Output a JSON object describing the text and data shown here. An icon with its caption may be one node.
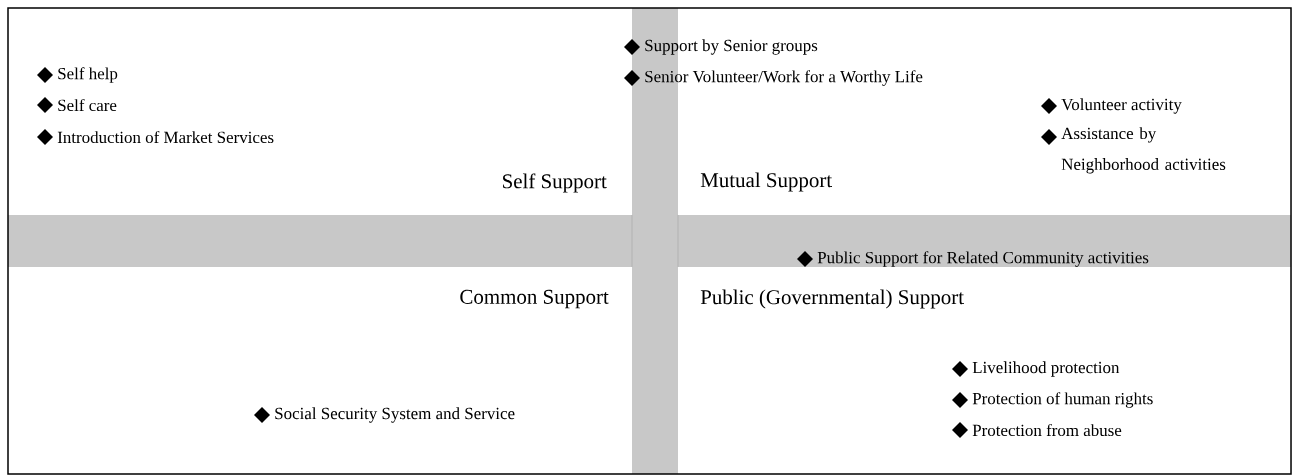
{
  "diagram": {
    "nodes": [
      {
        "text": [
          "Self Support"
        ]
      },
      {
        "text": [
          "Mutual Support"
        ]
      },
      {
        "text": [
          "Common Support"
        ]
      },
      {
        "text": [
          "Public (Governmental) Support"
        ]
      }
    ],
    "edges": [],
    "labels": [
      "Support by Senior groups",
      "Self help",
      "Senior Volunteer/Work for a Worthy Life",
      "Self care",
      "Volunteer activity",
      "Introduction of Market Services",
      "Assistance by Neighborhood activities",
      "Public Support for Related Community activities",
      "Livelihood protection",
      "Protection of human rights",
      "Social Security System and Service",
      "Protection from abuse"
    ]
  }
}
